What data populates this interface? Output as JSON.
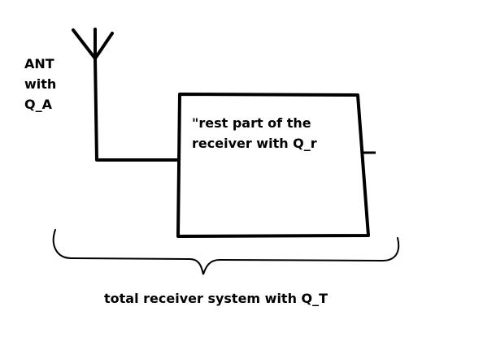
{
  "diagram": {
    "antenna_label": {
      "line1": "ANT",
      "line2": "with",
      "line3": "Q_A"
    },
    "receiver_box_label": {
      "line1": "\"rest part of the",
      "line2": "receiver with Q_r"
    },
    "total_label": "total receiver system with Q_T",
    "stroke_color": "#000000",
    "background_color": "#ffffff"
  }
}
